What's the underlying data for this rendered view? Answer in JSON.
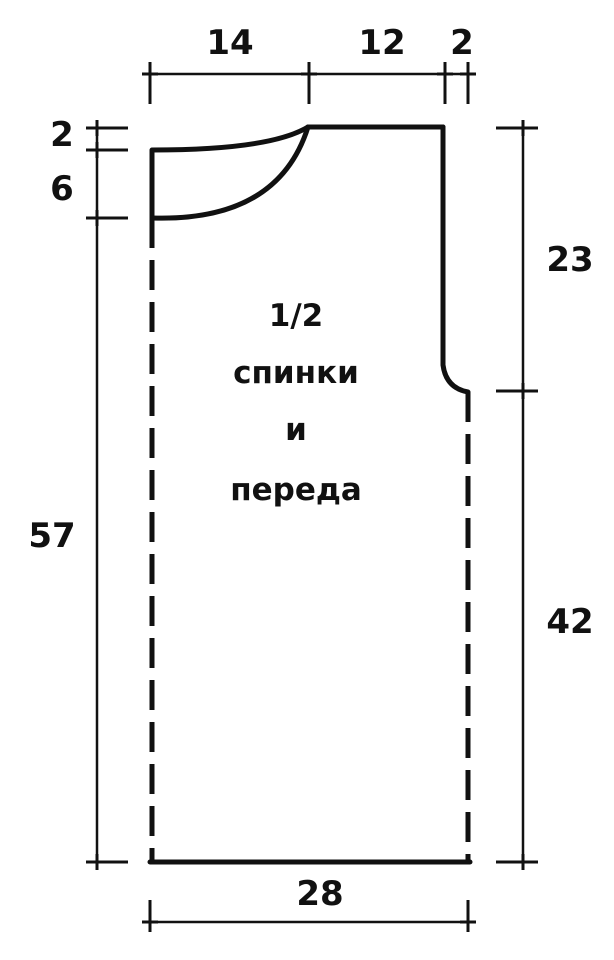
{
  "pattern": {
    "title_lines": [
      "1/2",
      "спинки",
      "и",
      "переда"
    ]
  },
  "dimensions": {
    "top_neck_width": "14",
    "top_shoulder_width": "12",
    "top_armhole_width": "2",
    "left_neck_drop_top": "2",
    "left_neck_drop_front": "6",
    "left_total_length": "57",
    "right_armhole_height": "23",
    "right_side_length": "42",
    "bottom_width": "28"
  },
  "colors": {
    "ink": "#111111",
    "background": "#ffffff"
  }
}
